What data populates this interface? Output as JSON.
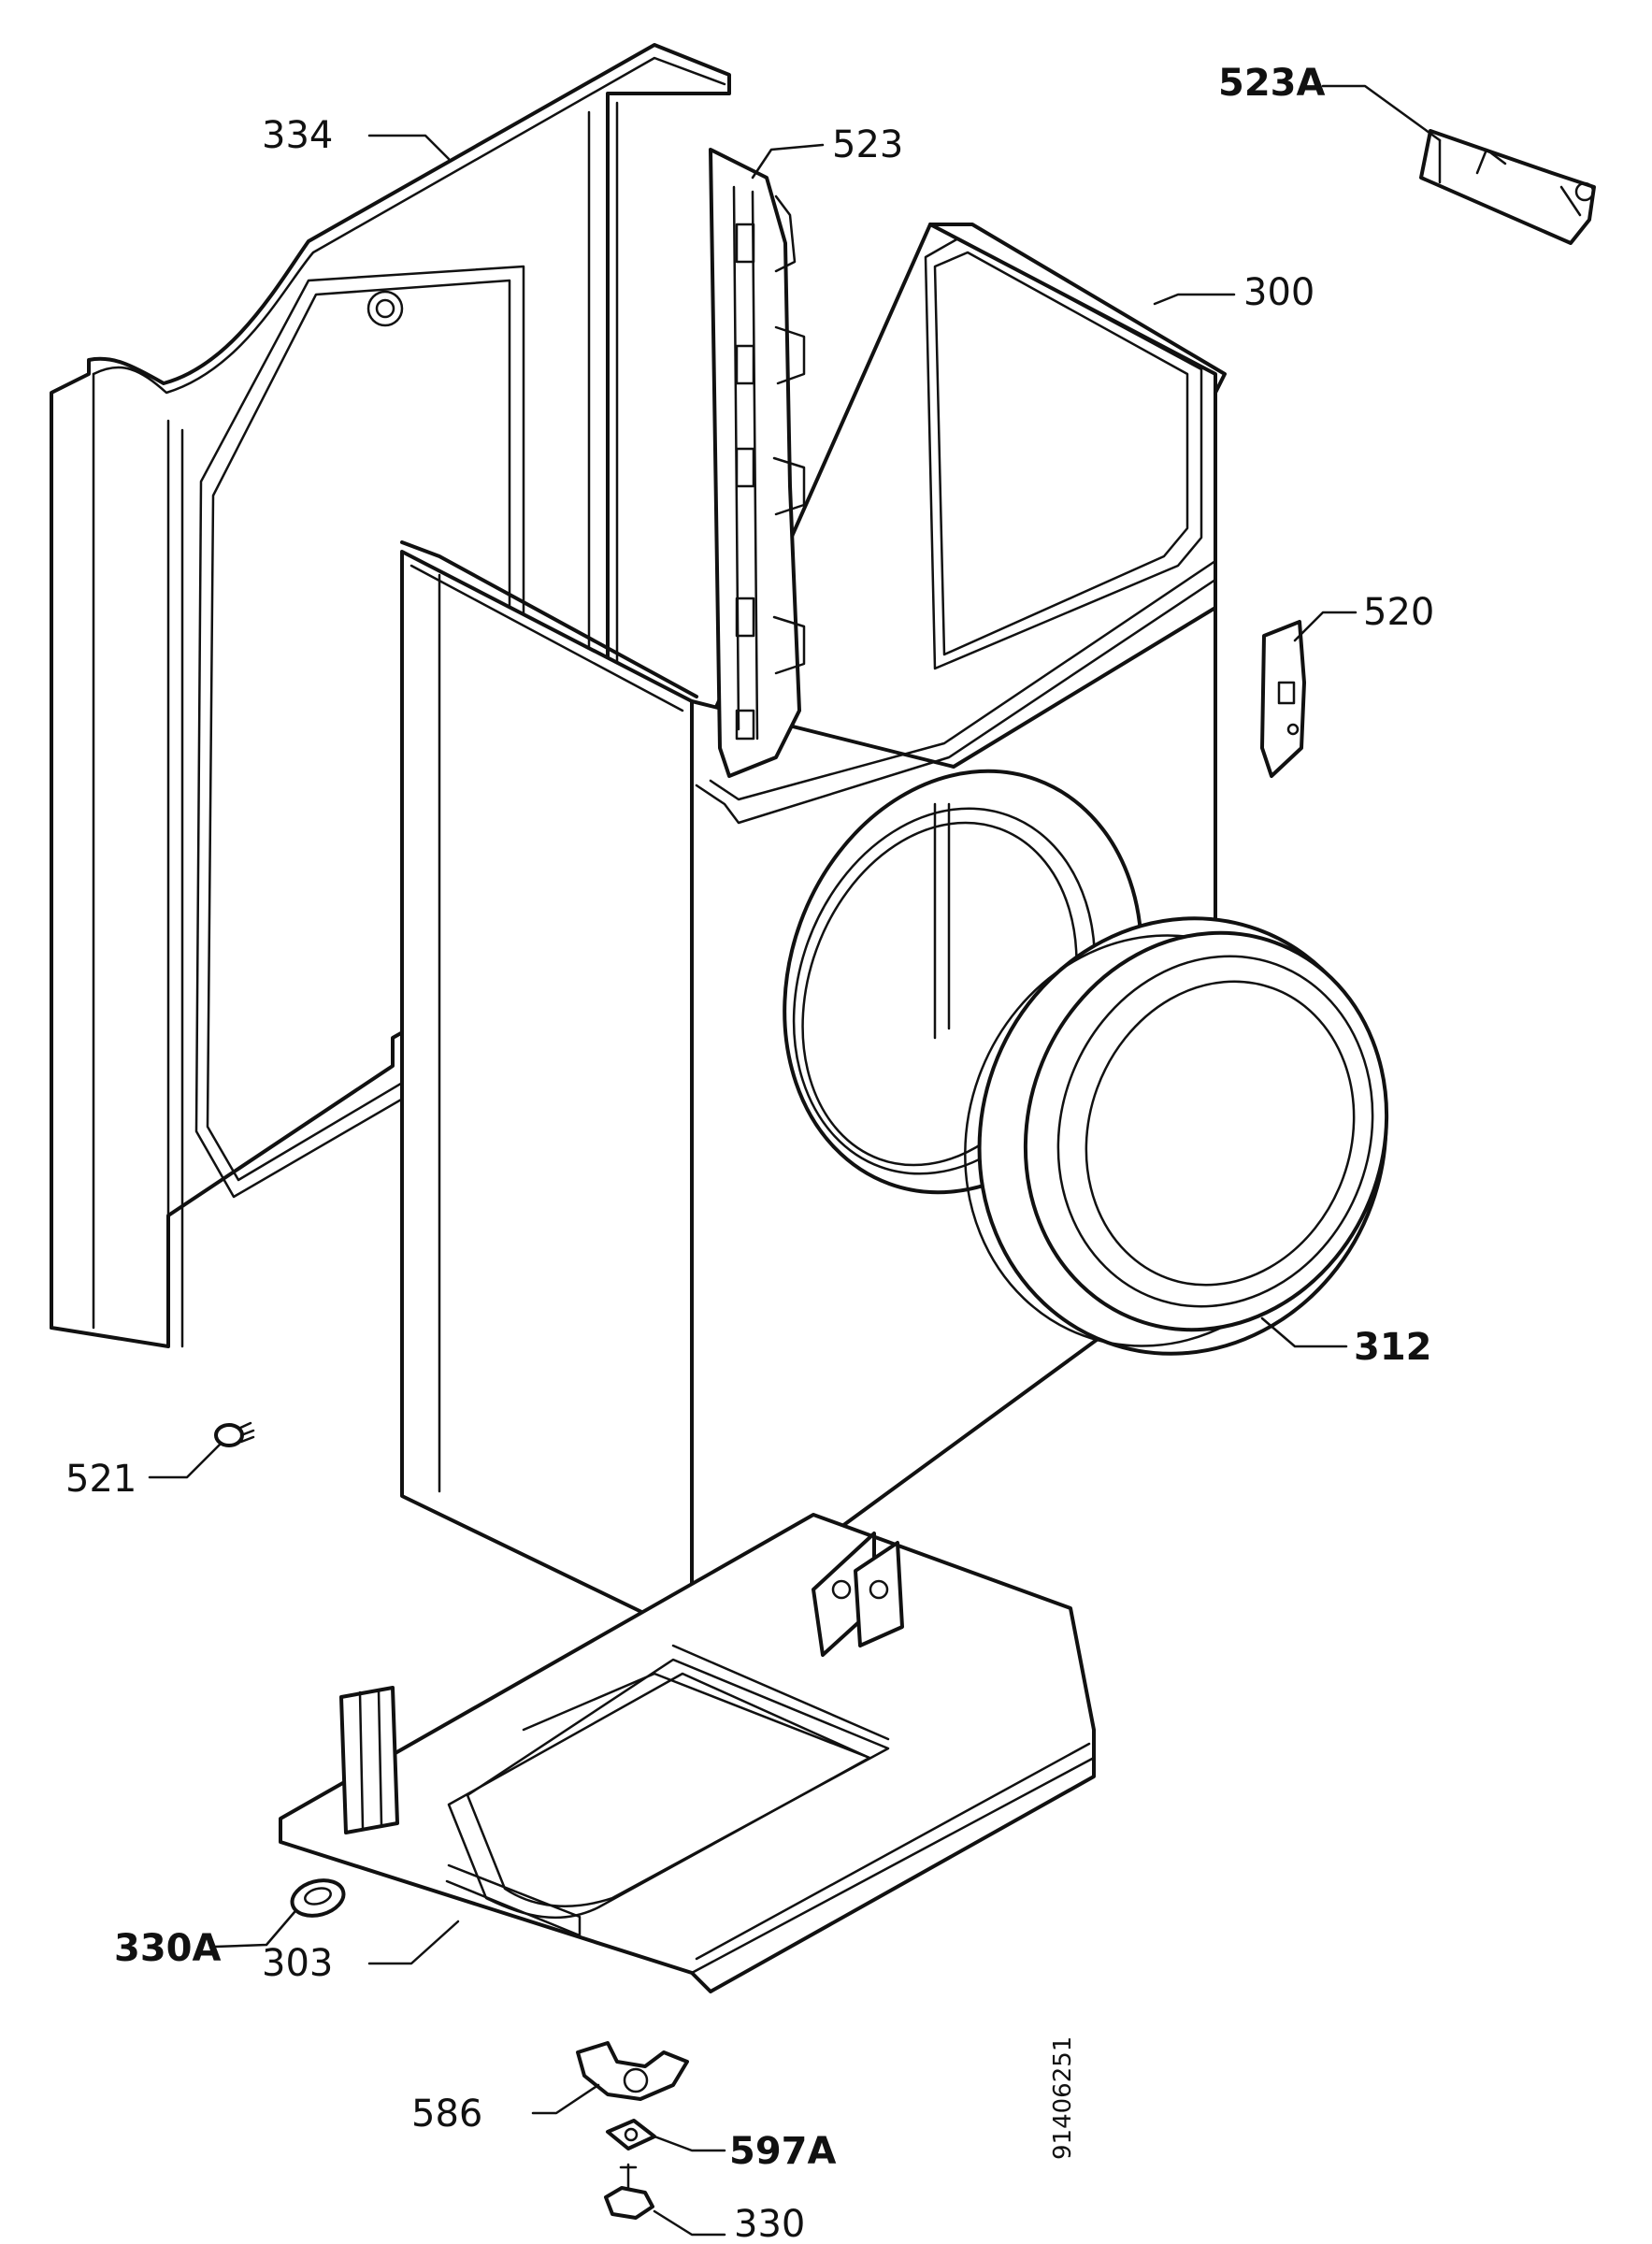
{
  "diagram": {
    "callouts": {
      "c334": "334",
      "c523": "523",
      "c523A": "523A",
      "c300": "300",
      "c520": "520",
      "c312": "312",
      "c521": "521",
      "c330A": "330A",
      "c303": "303",
      "c586": "586",
      "c597A": "597A",
      "c330": "330"
    },
    "drawing_number": "91406251"
  }
}
